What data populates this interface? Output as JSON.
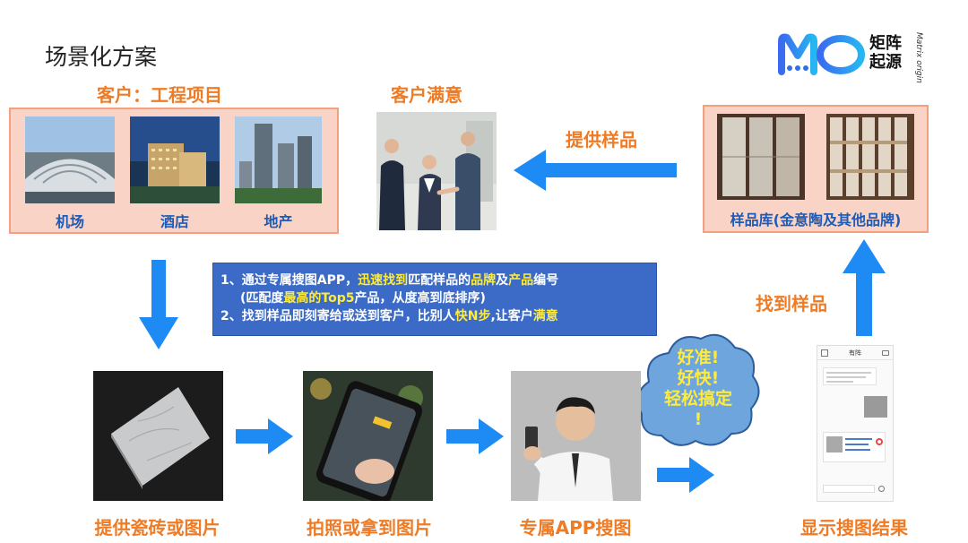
{
  "page_title": "场景化方案",
  "logo": {
    "cn_line1": "矩阵",
    "cn_line2": "起源",
    "en": "Matrix origin"
  },
  "client": {
    "heading": "客户：工程项目",
    "items": [
      {
        "label": "机场"
      },
      {
        "label": "酒店"
      },
      {
        "label": "地产"
      }
    ]
  },
  "satisfied": {
    "heading": "客户满意"
  },
  "provide_samples": {
    "label": "提供样品"
  },
  "sample_lib": {
    "label": "样品库(金意陶及其他品牌)"
  },
  "found_samples": {
    "label": "找到样品"
  },
  "info": {
    "l1_a": "1、通过专属搜图APP，",
    "l1_b": "迅速找到",
    "l1_c": "匹配样品的",
    "l1_d": "品牌",
    "l1_e": "及",
    "l1_f": "产品",
    "l1_g": "编号",
    "l2_a": "(匹配度",
    "l2_b": "最高的Top5",
    "l2_c": "产品，从度高到底排序)",
    "l3_a": "2、找到样品即刻寄给或送到客户，比别人",
    "l3_b": "快N步",
    "l3_c": ",让客户",
    "l3_d": "满意"
  },
  "cloud": {
    "l1": "好准!",
    "l2": "好快!",
    "l3": "轻松搞定",
    "l4": "!"
  },
  "steps": [
    {
      "caption": "提供瓷砖或图片"
    },
    {
      "caption": "拍照或拿到图片"
    },
    {
      "caption": "专属APP搜图"
    },
    {
      "caption": "显示搜图结果"
    }
  ],
  "phone": {
    "header": "有阵"
  },
  "colors": {
    "orange": "#EE7C26",
    "arrow_blue": "#1E8BF5",
    "box_fill": "#F9D4C6",
    "textbox_blue": "#3C6BC7",
    "highlight": "#FFEB3B"
  }
}
